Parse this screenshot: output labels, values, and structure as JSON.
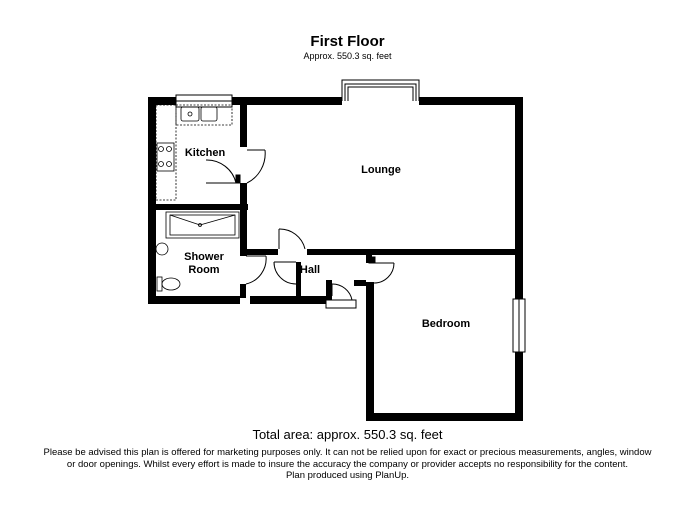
{
  "header": {
    "title": "First Floor",
    "subtitle": "Approx. 550.3 sq. feet"
  },
  "rooms": {
    "kitchen": "Kitchen",
    "lounge": "Lounge",
    "shower_room_line1": "Shower",
    "shower_room_line2": "Room",
    "hall": "Hall",
    "bedroom": "Bedroom"
  },
  "footer": {
    "total_area": "Total area: approx. 550.3 sq. feet",
    "disclaimer_line1": "Please be advised this plan is offered for marketing purposes only. It can not be relied upon for exact or precious measurements, angles, window",
    "disclaimer_line2": "or door openings. Whilst every effort is made to insure the accuracy the company or provider accepts no responsibility for the content.",
    "disclaimer_line3": "Plan produced using PlanUp."
  }
}
